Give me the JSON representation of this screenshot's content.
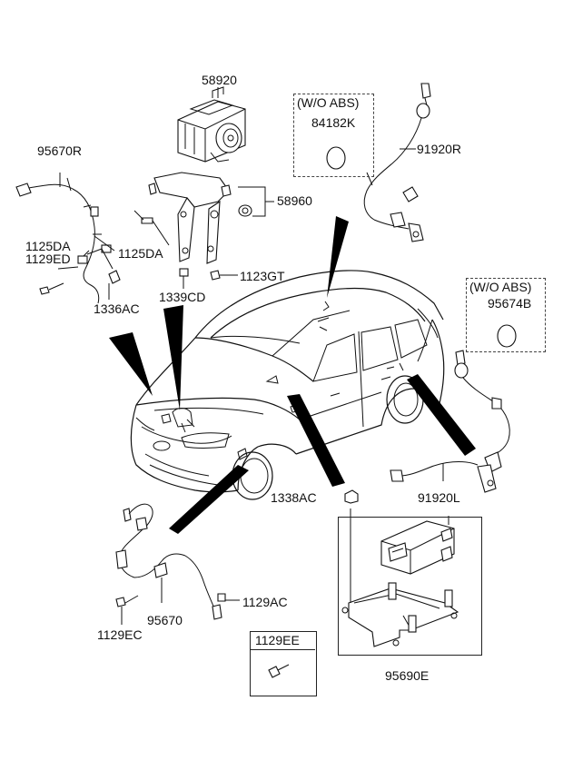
{
  "labels": {
    "p58920": "58920",
    "p95670R": "95670R",
    "p1125DA_a": "1125DA",
    "p1129ED": "1129ED",
    "p1125DA_b": "1125DA",
    "p1336AC": "1336AC",
    "p1339CD": "1339CD",
    "p1123GT": "1123GT",
    "p58960": "58960",
    "p84182K": "84182K",
    "p91920R": "91920R",
    "p95674B": "95674B",
    "p1338AC": "1338AC",
    "p91920L": "91920L",
    "p95670": "95670",
    "p1129AC": "1129AC",
    "p1129EC": "1129EC",
    "p1129EE": "1129EE",
    "p95690E": "95690E",
    "wo_abs_1": "(W/O ABS)",
    "wo_abs_2": "(W/O ABS)"
  }
}
